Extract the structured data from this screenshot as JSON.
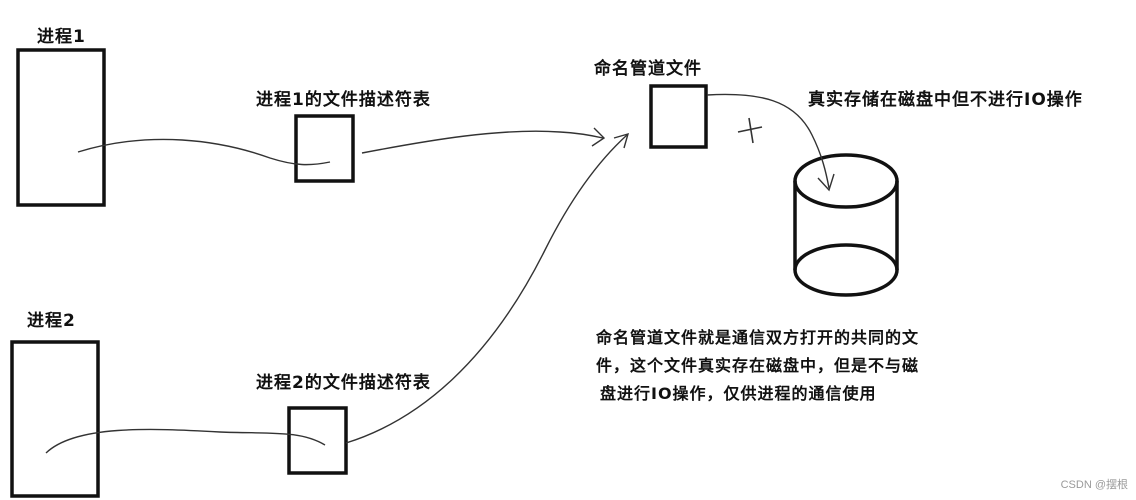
{
  "process1": {
    "label": "进程1"
  },
  "process2": {
    "label": "进程2"
  },
  "fd_table1": {
    "label": "进程1的文件描述符表"
  },
  "fd_table2": {
    "label": "进程2的文件描述符表"
  },
  "named_pipe": {
    "label": "命名管道文件"
  },
  "disk": {
    "label": "真实存储在磁盘中但不进行IO操作"
  },
  "note": {
    "lines": [
      "命名管道文件就是通信双方打开的共同的文",
      "件，这个文件真实存在磁盘中，但是不与磁",
      "盘进行IO操作，仅供进程的通信使用"
    ]
  },
  "watermark": "CSDN @摆根",
  "colors": {
    "stroke": "#111111",
    "curve": "#333333",
    "background": "#ffffff"
  }
}
